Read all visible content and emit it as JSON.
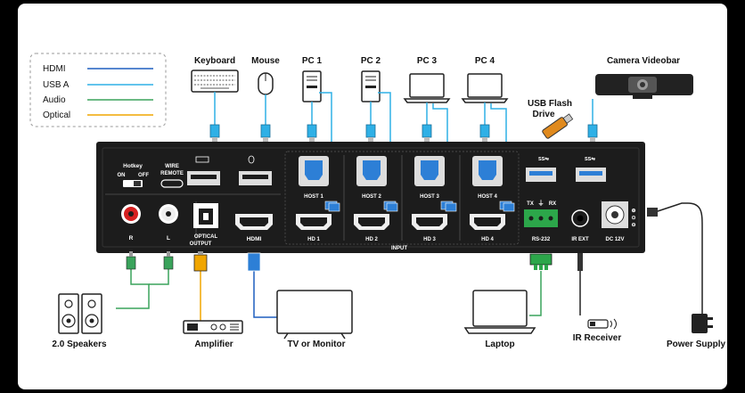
{
  "legend": {
    "items": [
      {
        "label": "HDMI",
        "color": "#1f5fbf"
      },
      {
        "label": "USB A",
        "color": "#2fb0e6"
      },
      {
        "label": "Audio",
        "color": "#3aa35b"
      },
      {
        "label": "Optical",
        "color": "#f0a500"
      }
    ]
  },
  "top_devices": {
    "keyboard": "Keyboard",
    "mouse": "Mouse",
    "pc1": "PC 1",
    "pc2": "PC 2",
    "pc3": "PC 3",
    "pc4": "PC 4",
    "camera": "Camera Videobar",
    "usb_flash_line1": "USB Flash",
    "usb_flash_line2": "Drive"
  },
  "panel": {
    "hotkey": "Hotkey",
    "on": "ON",
    "off": "OFF",
    "wire_line1": "WIRE",
    "wire_line2": "REMOTE",
    "host1": "HOST 1",
    "host2": "HOST 2",
    "host3": "HOST 3",
    "host4": "HOST 4",
    "r": "R",
    "l": "L",
    "optical_line1": "OPTICAL",
    "optical_line2": "OUTPUT",
    "hdmi": "HDMI",
    "hd1": "HD 1",
    "hd2": "HD 2",
    "hd3": "HD 3",
    "hd4": "HD 4",
    "input": "INPUT",
    "tx": "TX",
    "rx": "RX",
    "rs232": "RS-232",
    "irext": "IR EXT",
    "dc": "DC 12V"
  },
  "bottom_devices": {
    "speakers": "2.0 Speakers",
    "amplifier": "Amplifier",
    "monitor": "TV or Monitor",
    "laptop": "Laptop",
    "ir": "IR Receiver",
    "power": "Power Supply"
  },
  "colors": {
    "hdmi": "#1f5fbf",
    "usb": "#2fb0e6",
    "audio": "#3aa35b",
    "optical": "#f0a500",
    "panel": "#1c1c1c"
  }
}
